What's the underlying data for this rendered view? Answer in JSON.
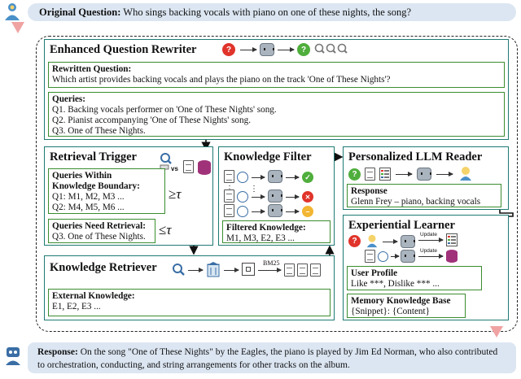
{
  "question": {
    "label": "Original Question:",
    "text": "Who sings backing vocals with piano on one of these nights, the song?"
  },
  "rewriter": {
    "title": "Enhanced Question Rewriter",
    "rewritten_label": "Rewritten Question:",
    "rewritten_text": "Which artist provides backing vocals and plays the piano on the track 'One of These Nights'?",
    "queries_label": "Queries:",
    "queries": [
      "Q1. Backing vocals performer on 'One of These Nights' song.",
      "Q2. Pianist accompanying 'One of These Nights' song.",
      "Q3. One of These Nights."
    ]
  },
  "trigger": {
    "title": "Retrieval Trigger",
    "within_label_1": "Queries Within",
    "within_label_2": "Knowledge Boundary:",
    "within_lines": [
      "Q1: M1, M2, M3 ...",
      "Q2: M4, M5, M6 ..."
    ],
    "need_label": "Queries Need Retrieval:",
    "need_text": "Q3. One of These Nights.",
    "geq": "≥",
    "leq": "≤",
    "tau": "τ",
    "vs": "vs"
  },
  "filter": {
    "title": "Knowledge Filter",
    "label": "Filtered Knowledge:",
    "text": "M1, M3, E2, E3 ..."
  },
  "reader": {
    "title": "Personalized LLM Reader",
    "label": "Response",
    "text": "Glenn Frey – piano, backing vocals"
  },
  "learner": {
    "title": "Experiential Learner",
    "update": "Update",
    "profile_label": "User Profile",
    "profile_text": "Like ***, Dislike *** ...",
    "memory_label": "Memory Knowledge Base",
    "memory_text": "{Snippet}: {Content}"
  },
  "retriever": {
    "title": "Knowledge Retriever",
    "bm25": "BM25",
    "label": "External Knowledge:",
    "text": "E1, E2, E3 ..."
  },
  "response": {
    "label": "Response:",
    "text": "On the song \"One of These Nights\" by the Eagles, the piano is played by Jim Ed Norman, who also contributed to orchestration, conducting, and string arrangements for other tracks on the album."
  },
  "glyphs": {
    "question_mark": "?",
    "check": "✓",
    "cross": "✕",
    "dash": "–",
    "vdots": "⋮",
    "magnifier": "🔍"
  },
  "colors": {
    "accent": "#1e7a73",
    "inner_border": "#3a8d2f",
    "bar_bg": "#dce6f2",
    "red": "#e0342b",
    "green": "#4fae3c",
    "pink": "#f0a3a3"
  }
}
